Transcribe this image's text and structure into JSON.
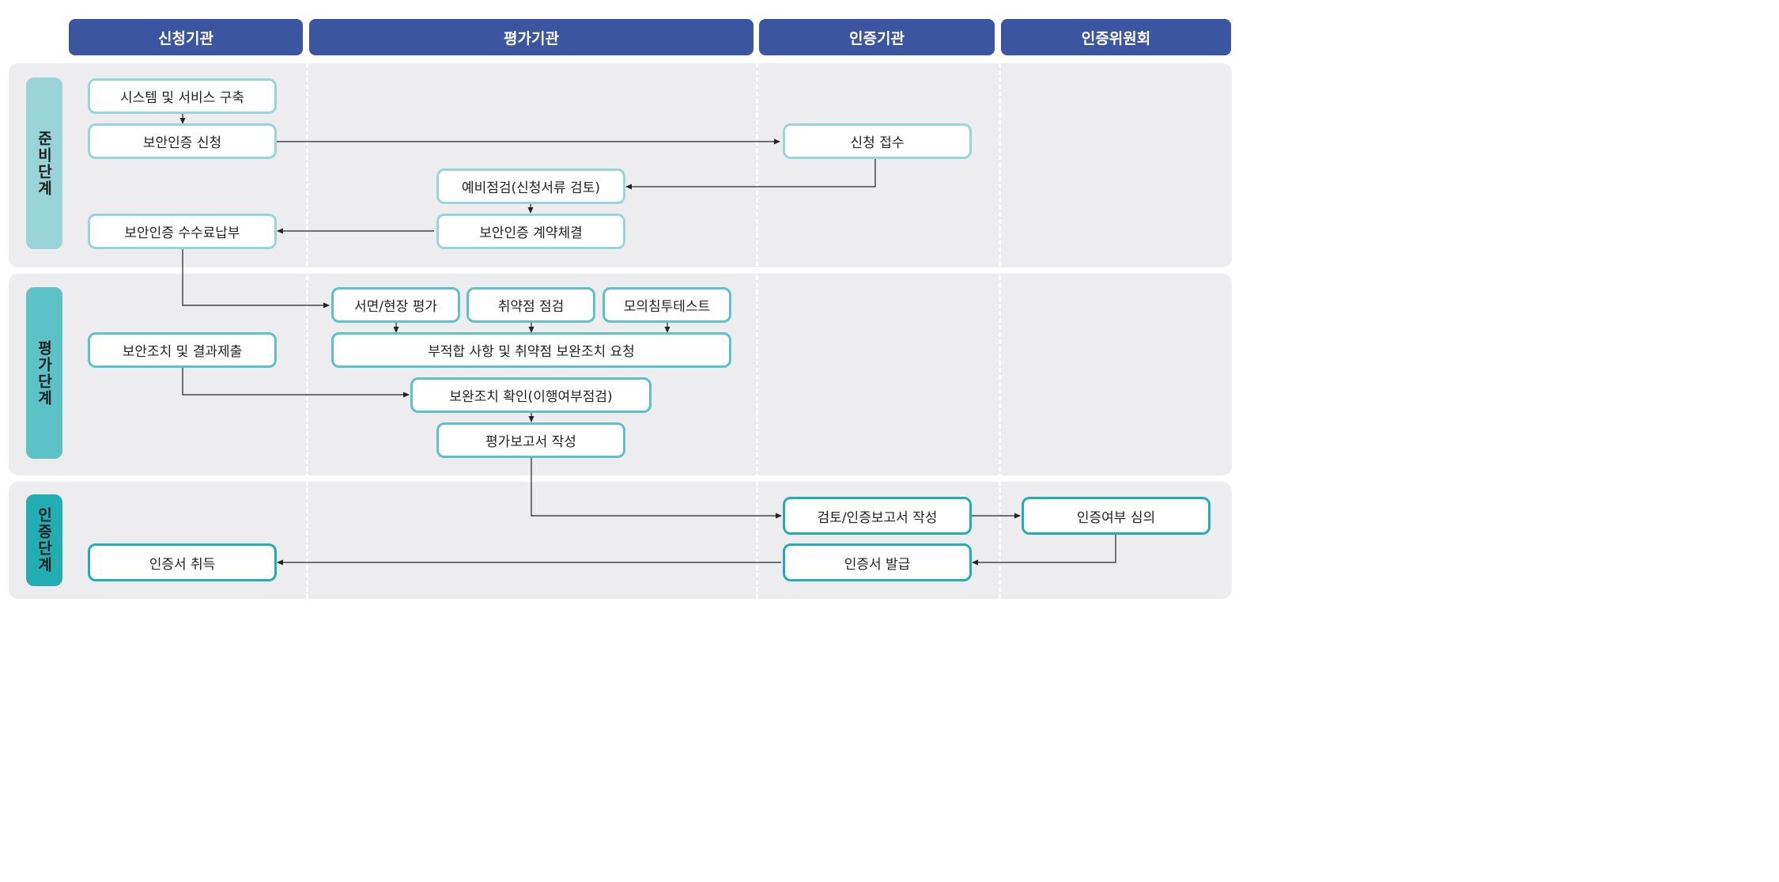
{
  "columns": {
    "applicant": "신청기관",
    "evaluator": "평가기관",
    "certifier": "인증기관",
    "committee": "인증위원회"
  },
  "stages": {
    "prep": "준비단계",
    "eval": "평가단계",
    "cert": "인증단계"
  },
  "nodes": {
    "system_build": "시스템 및 서비스 구축",
    "apply": "보안인증 신청",
    "receipt": "신청 접수",
    "prelim": "예비점검(신청서류 검토)",
    "contract": "보안인증 계약체결",
    "fee": "보안인증 수수료납부",
    "doc_eval": "서면/현장 평가",
    "vuln_check": "취약점 점검",
    "pentest": "모의침투테스트",
    "request_fix": "부적합 사항 및 취약점 보완조치 요청",
    "submit_fix": "보안조치 및 결과제출",
    "verify_fix": "보완조치 확인(이행여부점검)",
    "eval_report": "평가보고서 작성",
    "cert_report": "검토/인증보고서 작성",
    "deliberation": "인증여부 심의",
    "issue": "인증서 발급",
    "acquire": "인증서 취득"
  },
  "colors": {
    "header": "#3c55a0",
    "band": "#ededef",
    "stage_prep": "#99d4d9",
    "stage_eval": "#5cc2c6",
    "stage_cert": "#22adb3",
    "arrow": "#222222"
  }
}
